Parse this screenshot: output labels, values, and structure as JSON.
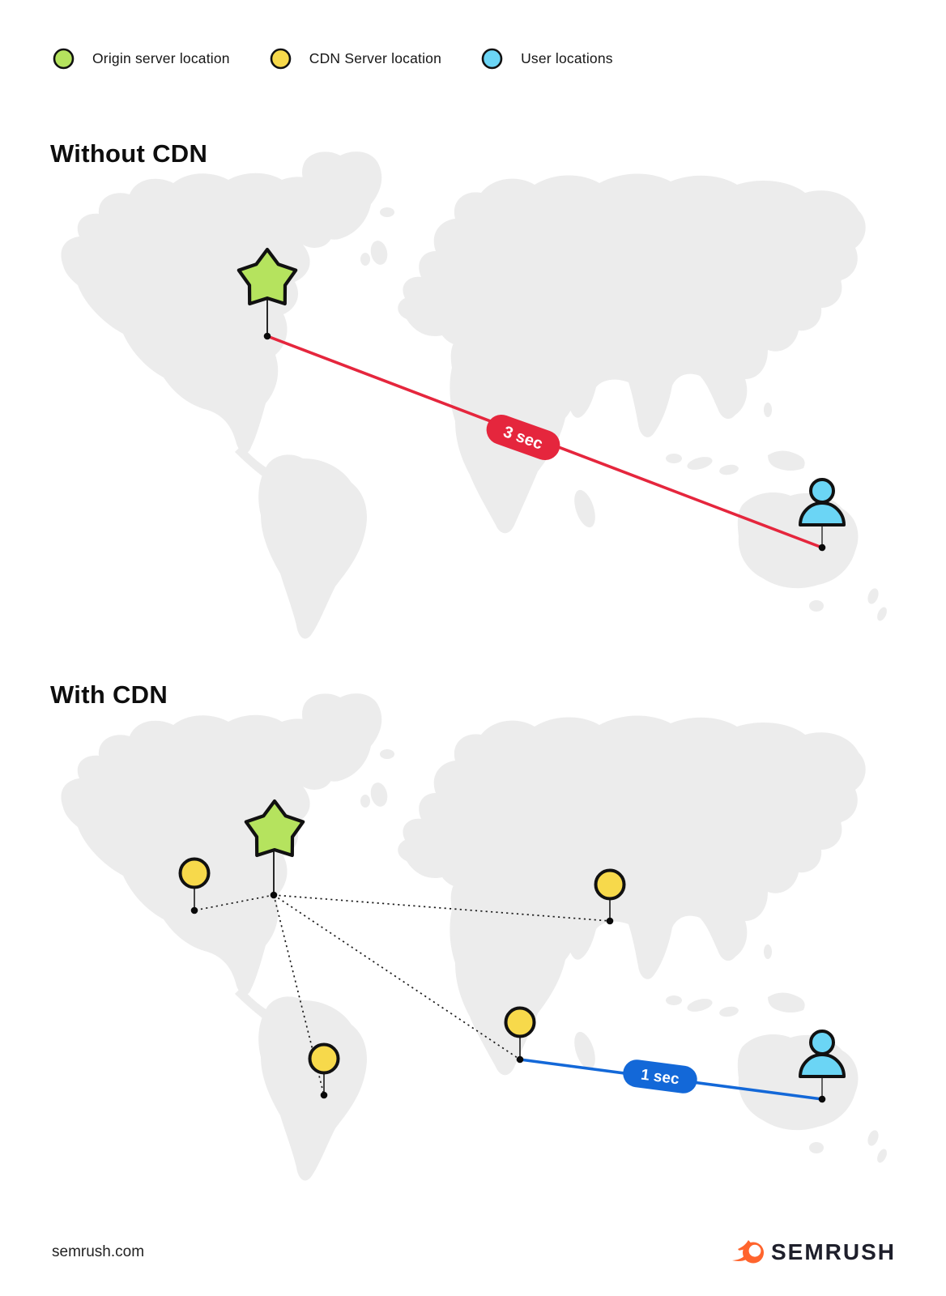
{
  "legend": {
    "items": [
      {
        "label": "Origin server location",
        "color": "#b5e35e"
      },
      {
        "label": "CDN Server location",
        "color": "#f7d94b"
      },
      {
        "label": "User locations",
        "color": "#6bd5f5"
      }
    ]
  },
  "sections": [
    {
      "title": "Without CDN",
      "latency": {
        "label": "3 sec",
        "color": "#e5263d"
      }
    },
    {
      "title": "With CDN",
      "latency": {
        "label": "1 sec",
        "color": "#1368d8"
      }
    }
  ],
  "footer": {
    "site": "semrush.com",
    "brand": "SEMRUSH"
  },
  "colors": {
    "origin_marker": "#b5e35e",
    "cdn_marker": "#f7d94b",
    "user_marker": "#6bd5f5",
    "slow_line": "#e5263d",
    "fast_line": "#1368d8",
    "map_land": "#ececec",
    "outline": "#111111",
    "brand_orange": "#ff642d",
    "pill_text": "#ffffff"
  }
}
